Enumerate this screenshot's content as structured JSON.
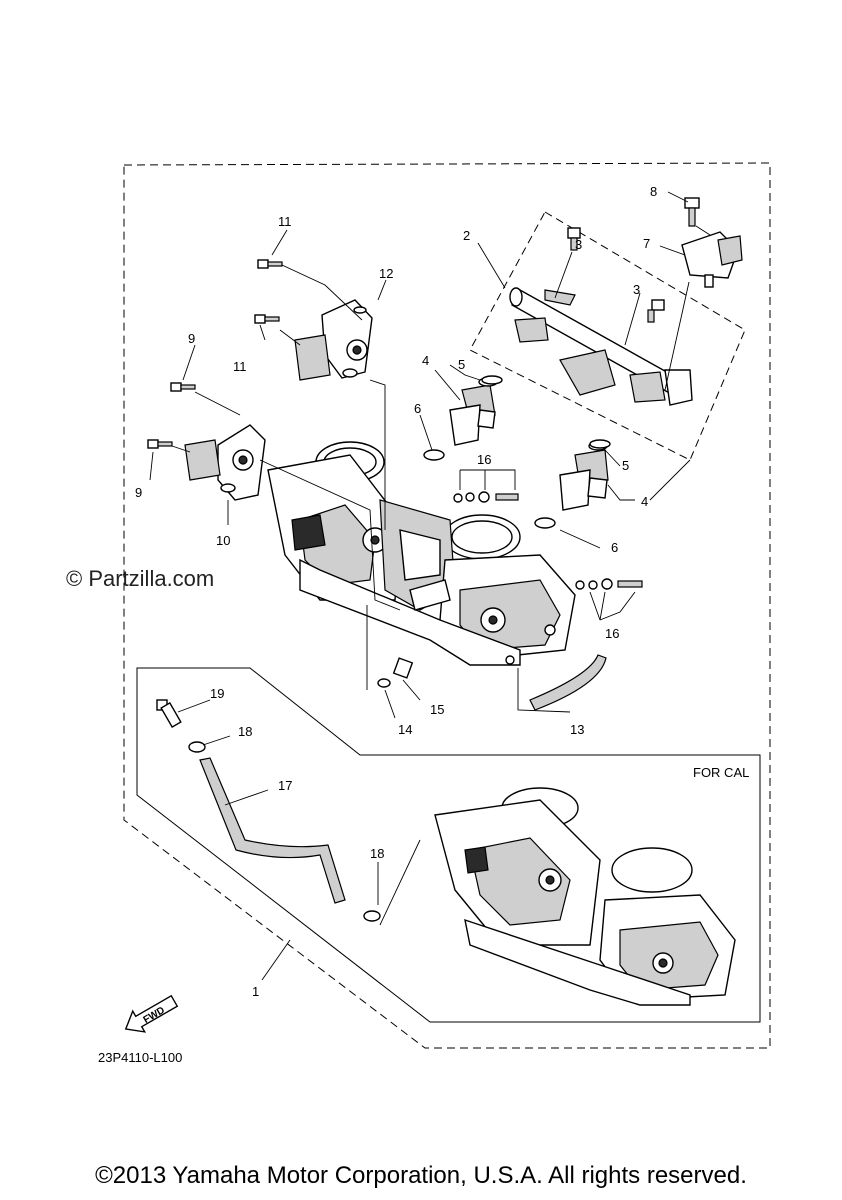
{
  "watermark": "© Partzilla.com",
  "copyright": "©2013 Yamaha Motor Corporation, U.S.A. All rights reserved.",
  "diagram_code": "23P4110-L100",
  "variant_label": "FOR CAL",
  "fwd_label": "FWD",
  "callouts": {
    "c1": "1",
    "c2": "2",
    "c3a": "3",
    "c3b": "3",
    "c4a": "4",
    "c4b": "4",
    "c5a": "5",
    "c5b": "5",
    "c6a": "6",
    "c6b": "6",
    "c7": "7",
    "c8": "8",
    "c9a": "9",
    "c9b": "9",
    "c10": "10",
    "c11a": "11",
    "c11b": "11",
    "c12": "12",
    "c13": "13",
    "c14": "14",
    "c15": "15",
    "c16a": "16",
    "c16b": "16",
    "c17": "17",
    "c18a": "18",
    "c18b": "18",
    "c19": "19"
  }
}
